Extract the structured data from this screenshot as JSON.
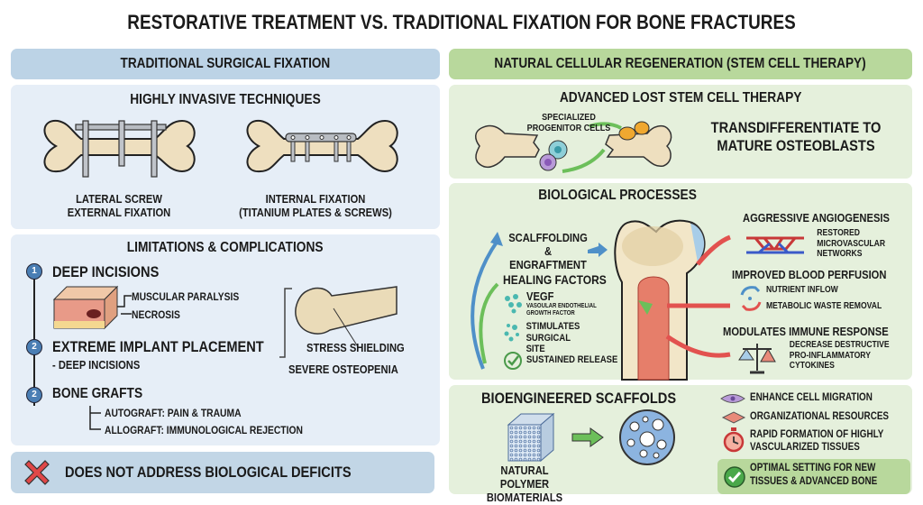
{
  "title": "RESTORATIVE TREATMENT VS. TRADITIONAL FIXATION FOR BONE FRACTURES",
  "left": {
    "header": "TRADITIONAL SURGICAL FIXATION",
    "invasive": {
      "title": "HIGHLY INVASIVE TECHNIQUES",
      "items": [
        {
          "line1": "LATERAL SCREW",
          "line2": "EXTERNAL FIXATION"
        },
        {
          "line1": "INTERNAL FIXATION",
          "line2": "(TITANIUM PLATES & SCREWS)"
        }
      ]
    },
    "limitations": {
      "title": "LIMITATIONS & COMPLICATIONS",
      "steps": [
        {
          "number": "1",
          "label": "DEEP INCISIONS",
          "subs": [
            "MUSCULAR PARALYSIS",
            "NECROSIS"
          ]
        },
        {
          "number": "2",
          "label": "EXTREME IMPLANT PLACEMENT",
          "note": "- DEEP INCISIONS",
          "subs": [
            "STRESS SHIELDING",
            "SEVERE OSTEOPENIA"
          ]
        },
        {
          "number": "2",
          "label": "BONE GRAFTS",
          "subs": [
            "AUTOGRAFT: PAIN & TRAUMA",
            "ALLOGRAFT: IMMUNOLOGICAL REJECTION"
          ]
        }
      ]
    },
    "footer": {
      "icon": "x-mark-icon",
      "text": "DOES NOT ADDRESS BIOLOGICAL DEFICITS"
    }
  },
  "right": {
    "header": "NATURAL CELLULAR REGENERATION (STEM CELL THERAPY)",
    "stem": {
      "title": "ADVANCED LOST STEM CELL THERAPY",
      "cells_label_1": "SPECIALIZED",
      "cells_label_2": "PROGENITOR CELLS",
      "result_1": "TRANSDIFFERENTIATE TO",
      "result_2": "MATURE OSTEOBLASTS"
    },
    "bio": {
      "title": "BIOLOGICAL PROCESSES",
      "scaffold_1": "SCALFFOLDING &",
      "scaffold_2": "ENGRAFTMENT",
      "healing": "HEALING FACTORS",
      "vegf": "VEGF",
      "vegf_sub_1": "VASOULAR ENDOTHELIAL",
      "vegf_sub_2": "GROWTH FACTOR",
      "stim_1": "STIMULATES",
      "stim_2": "SURGICAL SITE",
      "sustained": "SUSTAINED RELEASE",
      "angio": {
        "title": "AGGRESSIVE ANGIOGENESIS",
        "lines": [
          "RESTORED",
          "MICROVASCULAR",
          "NETWORKS"
        ]
      },
      "perfusion": {
        "title": "IMPROVED BLOOD PERFUSION",
        "lines": [
          "NUTRIENT INFLOW",
          "METABOLIC WASTE REMOVAL"
        ]
      },
      "immune": {
        "title": "MODULATES IMMUNE RESPONSE",
        "lines": [
          "DECREASE DESTRUCTIVE",
          "PRO-INFLAMMATORY",
          "CYTOKINES"
        ]
      }
    },
    "scaffolds": {
      "title": "BIOENGINEERED SCAFFOLDS",
      "material_1": "NATURAL POLYMER",
      "material_2": "BIOMATERIALS",
      "benefits": [
        "ENHANCE CELL MIGRATION",
        "ORGANIZATIONAL RESOURCES",
        "RAPID FORMATION OF HIGHLY",
        "VASCULARIZED TISSUES"
      ],
      "optimal_1": "OPTIMAL SETTING FOR NEW",
      "optimal_2": "TISSUES & ADVANCED BONE"
    }
  },
  "colors": {
    "left_header": "#bcd3e6",
    "right_header": "#b8d89c",
    "left_panel": "#e6eef7",
    "right_panel": "#e5f0dc",
    "bone": "#eedfbf",
    "red_arrow": "#e2524f",
    "green_arrow": "#6cbf5a",
    "blue_arrow": "#4f90c8"
  }
}
